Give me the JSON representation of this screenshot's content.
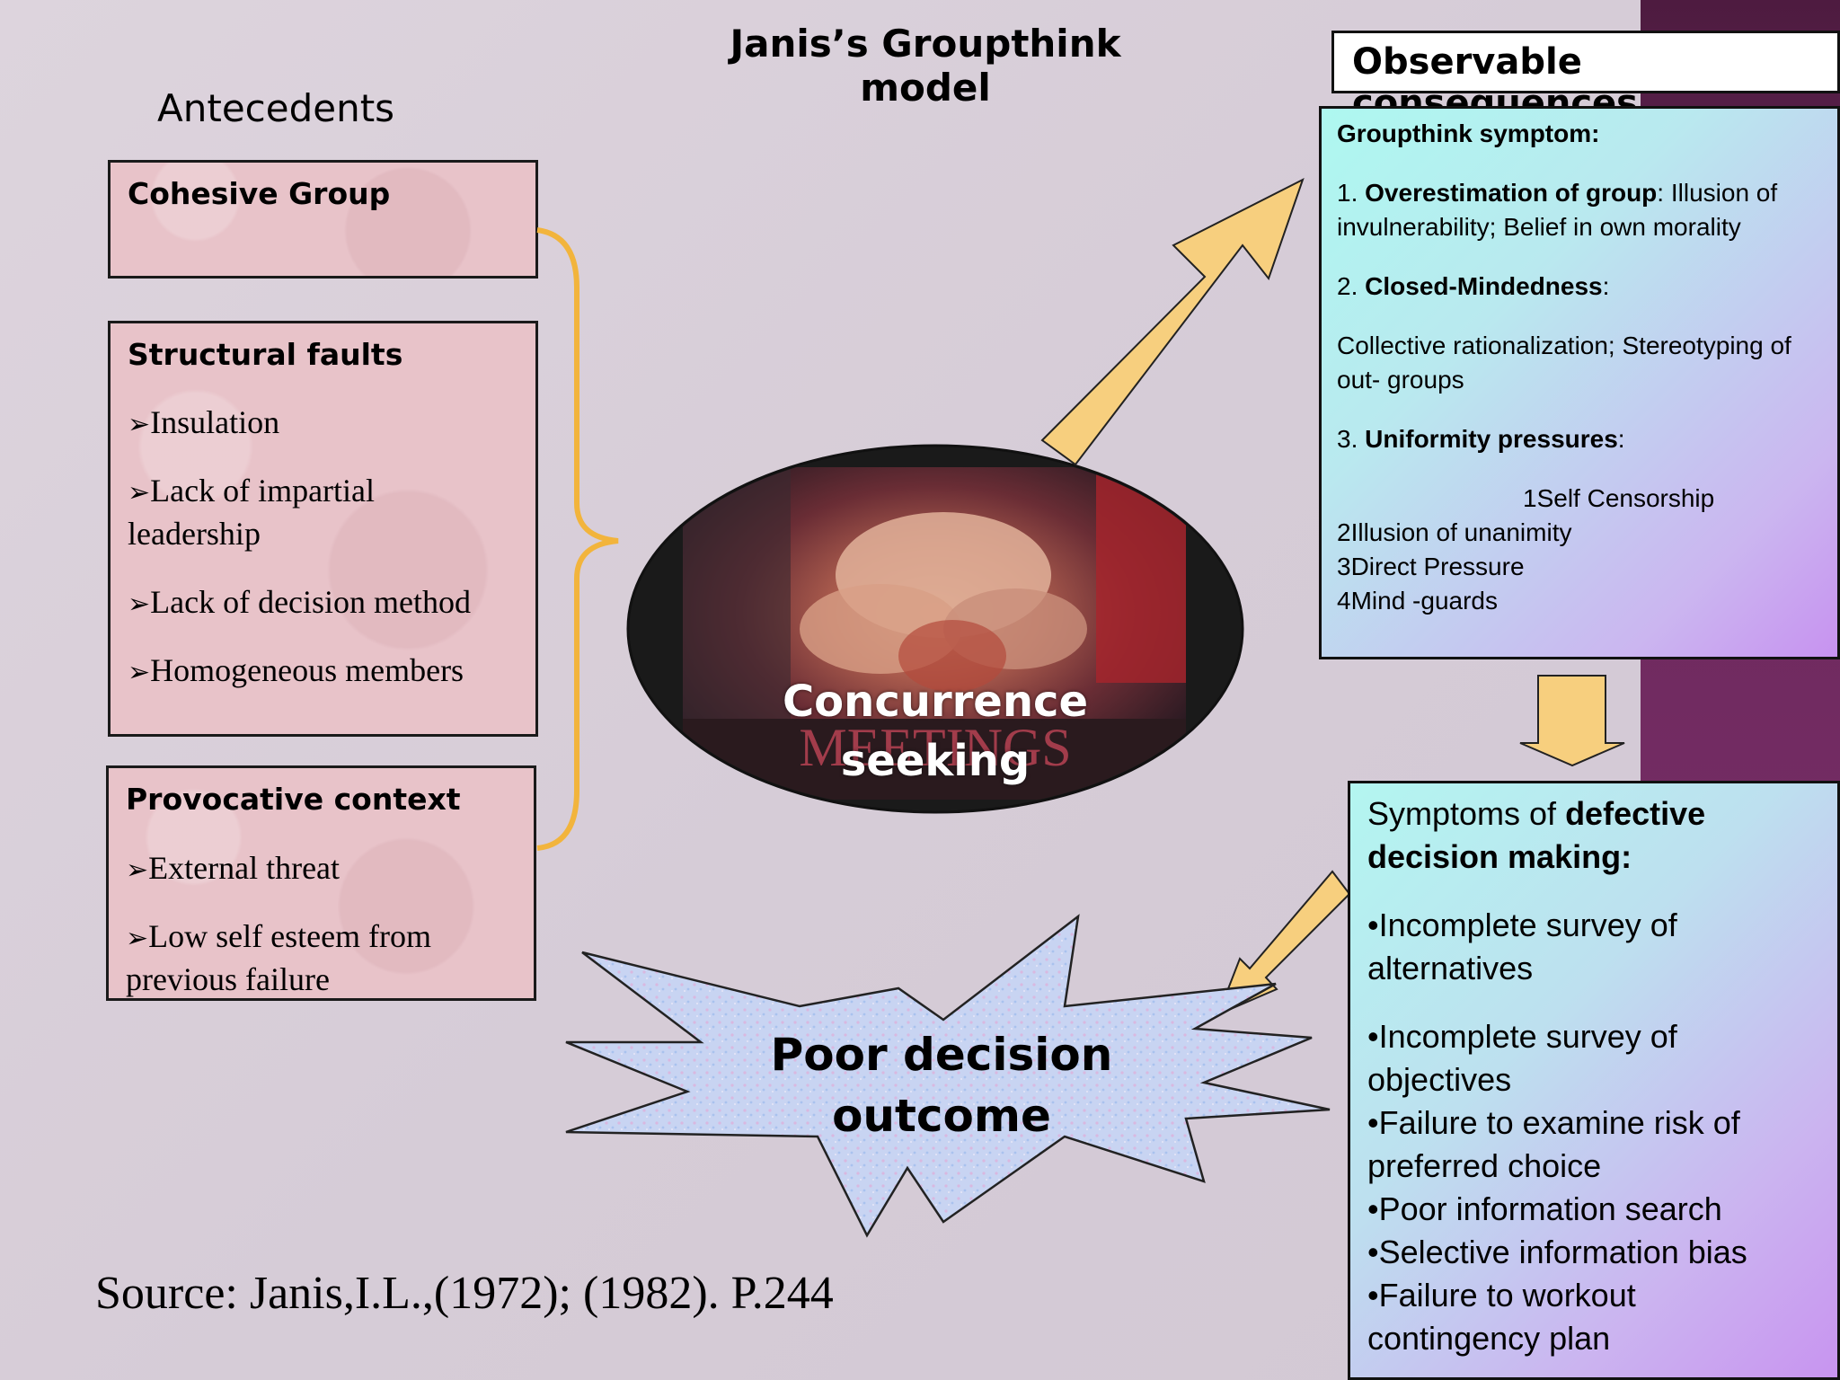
{
  "title": "Janis’s Groupthink model",
  "antecedents_heading": "Antecedents",
  "boxes": {
    "cohesive": {
      "heading": "Cohesive Group"
    },
    "structural": {
      "heading": "Structural faults",
      "items": [
        "Insulation",
        "Lack of impartial",
        "leadership",
        "Lack of decision method",
        "Homogeneous members"
      ]
    },
    "provocative": {
      "heading": "Provocative context",
      "items": [
        "External threat",
        "Low self esteem from",
        "previous failure"
      ]
    }
  },
  "center": {
    "line1": "Concurrence",
    "line2": "seeking",
    "photo_caption": "MEETINGS"
  },
  "consequences": {
    "heading": "Observable consequences",
    "symptom_heading": "Groupthink symptom:",
    "s1_num": "1. ",
    "s1_bold": "Overestimation of group",
    "s1_rest": ": Illusion of",
    "s1_line2": "invulnerability; Belief in own morality",
    "s2_num": "2. ",
    "s2_bold": "Closed-Mindedness",
    "s2_rest": ":",
    "s2_detail1": "Collective rationalization; Stereotyping of",
    "s2_detail2": "out- groups",
    "s3_num": "3. ",
    "s3_bold": "Uniformity pressures",
    "s3_rest": ":",
    "u1": "1Self Censorship",
    "u2": "2Illusion of unanimity",
    "u3": "3Direct Pressure",
    "u4": "4Mind -guards"
  },
  "defective": {
    "pre": "Symptoms of ",
    "bold1": "defective",
    "bold2": "decision making:",
    "items": [
      "•Incomplete survey of",
      "alternatives",
      "•Incomplete survey of",
      "objectives",
      "•Failure to examine risk of",
      "preferred choice",
      "•Poor information search",
      "•Selective information bias",
      "•Failure to workout",
      "contingency plan"
    ]
  },
  "outcome": {
    "line1": "Poor decision",
    "line2": "outcome"
  },
  "source": "Source: Janis,I.L.,(1972); (1982). P.244",
  "colors": {
    "arrow": "#f7cf7e",
    "brace": "#f2b43c",
    "box_pink": "#e8c3c9",
    "starburst": "#c6d3f2"
  }
}
